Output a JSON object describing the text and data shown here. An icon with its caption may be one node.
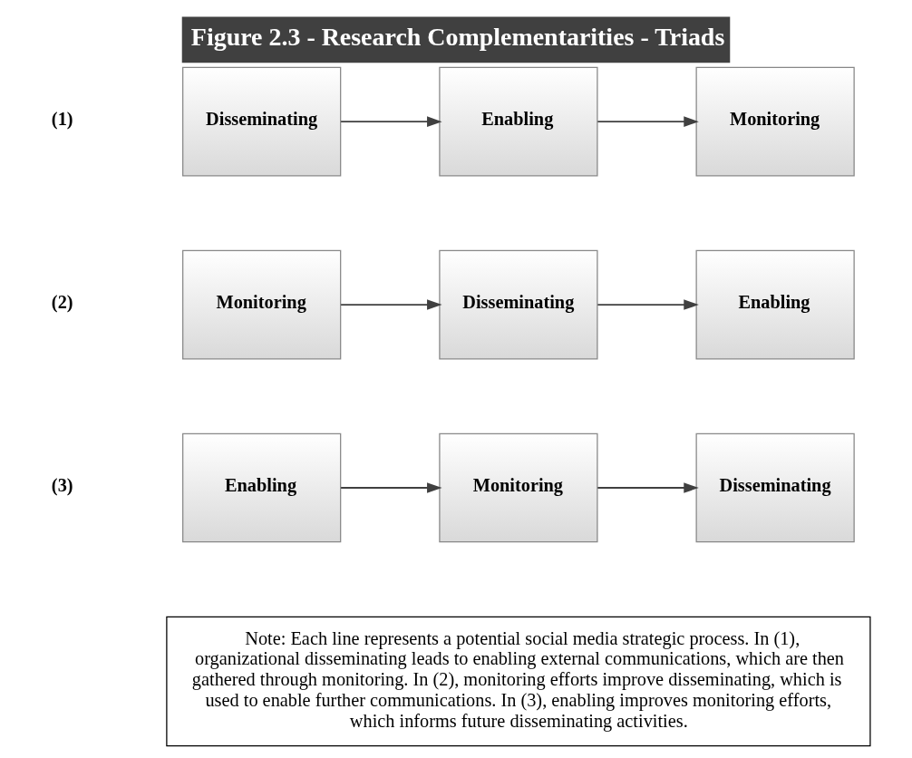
{
  "diagram": {
    "title": "Figure 2.3 - Research Complementarities - Triads",
    "caption": "Note: Each line represents a potential social media strategic process. In (1), organizational disseminating leads to enabling external communications, which are then gathered through monitoring. In (2), monitoring efforts improve disseminating, which is used to enable further communications. In (3), enabling improves monitoring efforts, which informs future disseminating activities.",
    "nodes": [
      {
        "text": [
          "Disseminating"
        ]
      },
      {
        "text": [
          "Enabling"
        ]
      },
      {
        "text": [
          "Monitoring"
        ]
      },
      {
        "text": [
          "Monitoring"
        ]
      },
      {
        "text": [
          "Disseminating"
        ]
      },
      {
        "text": [
          "Enabling"
        ]
      },
      {
        "text": [
          "Enabling"
        ]
      },
      {
        "text": [
          "Monitoring"
        ]
      },
      {
        "text": [
          "Disseminating"
        ]
      }
    ],
    "edges": [
      {
        "from": 0,
        "to": 1,
        "arrow": "to"
      },
      {
        "from": 1,
        "to": 2,
        "arrow": "to"
      },
      {
        "from": 3,
        "to": 4,
        "arrow": "to"
      },
      {
        "from": 4,
        "to": 5,
        "arrow": "to"
      },
      {
        "from": 6,
        "to": 7,
        "arrow": "to"
      },
      {
        "from": 7,
        "to": 8,
        "arrow": "to"
      }
    ],
    "labels": [
      "(1)",
      "(2)",
      "(3)"
    ]
  }
}
